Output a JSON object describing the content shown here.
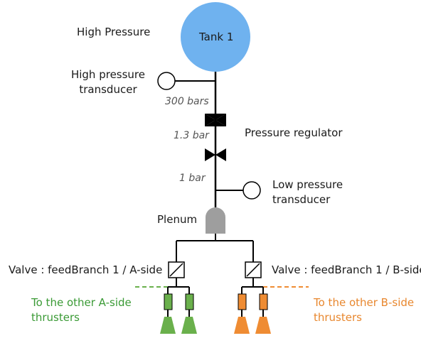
{
  "labels": {
    "high_pressure": "High Pressure",
    "tank": "Tank 1",
    "high_transducer_1": "High pressure",
    "high_transducer_2": "transducer",
    "p_300": "300 bars",
    "p_13": "1.3 bar",
    "regulator": "Pressure regulator",
    "p_1": "1 bar",
    "low_transducer_1": "Low pressure",
    "low_transducer_2": "transducer",
    "plenum": "Plenum",
    "valve_a": "Valve : feedBranch 1 / A-side",
    "valve_b": "Valve : feedBranch 1 / B-side",
    "other_a_1": "To the other A-side",
    "other_a_2": "thrusters",
    "other_b_1": "To the other B-side",
    "other_b_2": "thrusters"
  },
  "colors": {
    "tank": "#6fb2ef",
    "plenum": "#9e9e9e",
    "a_side": "#6ab04c",
    "a_side_text": "#3a9a35",
    "b_side": "#ef8c33",
    "b_side_text": "#e8872e",
    "line": "#000000"
  }
}
